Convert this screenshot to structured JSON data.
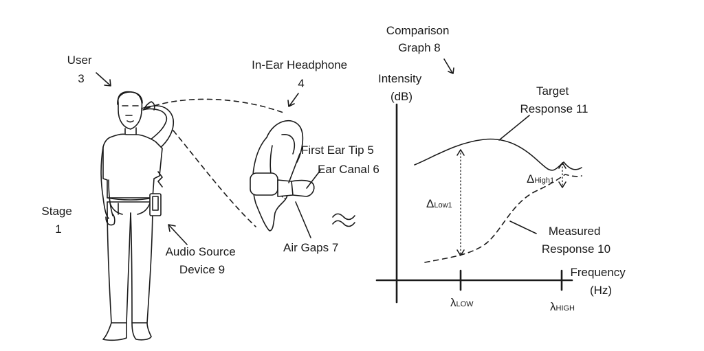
{
  "labels": {
    "user": [
      "User",
      "3"
    ],
    "in_ear_headphone": [
      "In-Ear Headphone",
      "4"
    ],
    "comparison_graph": [
      "Comparison",
      "Graph 8"
    ],
    "stage": [
      "Stage",
      "1"
    ],
    "audio_source_device": [
      "Audio Source",
      "Device 9"
    ],
    "first_ear_tip": "First Ear Tip 5",
    "ear_canal": "Ear Canal 6",
    "air_gaps": "Air Gaps 7",
    "target_response": [
      "Target",
      "Response 11"
    ],
    "measured_response": [
      "Measured",
      "Response 10"
    ]
  },
  "graph": {
    "y_axis_label": [
      "Intensity",
      "(dB)"
    ],
    "x_axis_label": [
      "Frequency",
      "(Hz)"
    ],
    "delta_low": {
      "symbol": "Δ",
      "subscript": "Low1"
    },
    "delta_high": {
      "symbol": "Δ",
      "subscript": "High1"
    },
    "lambda_low": {
      "symbol": "λ",
      "subscript": "LOW"
    },
    "lambda_high": {
      "symbol": "λ",
      "subscript": "HIGH"
    }
  },
  "colors": {
    "ink": "#1a1a1a",
    "background": "#ffffff"
  }
}
